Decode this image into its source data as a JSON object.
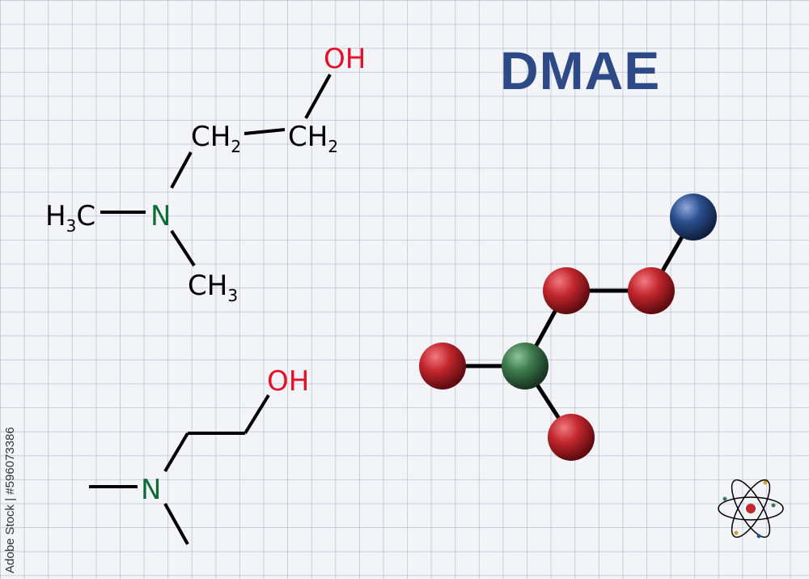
{
  "title": "DMAE",
  "formula": {
    "hydroxyl": "OH",
    "ch2_a": "CH",
    "ch2_b": "CH",
    "sub_2": "2",
    "h3c_h": "H",
    "h3c_sub": "3",
    "h3c_c": "C",
    "nitrogen": "N",
    "ch3": "CH",
    "sub_3": "3"
  },
  "skeletal": {
    "hydroxyl": "OH",
    "nitrogen": "N"
  },
  "colors": {
    "title": "#2e4a86",
    "oxygen_text": "#e3102a",
    "nitrogen_text": "#0d6b35",
    "carbon_ball": "#c2272d",
    "nitrogen_ball": "#3c7a4c",
    "oxygen_ball": "#2b4f8f",
    "bond": "#000000"
  },
  "molecule_model": {
    "atoms": [
      "carbon",
      "nitrogen",
      "carbon",
      "carbon",
      "carbon",
      "oxygen"
    ],
    "bonds": [
      [
        0,
        1
      ],
      [
        1,
        2
      ],
      [
        1,
        3
      ],
      [
        3,
        4
      ],
      [
        4,
        5
      ]
    ]
  },
  "icon": "atom-logo-icon",
  "watermark": "Adobe Stock | #596073386"
}
